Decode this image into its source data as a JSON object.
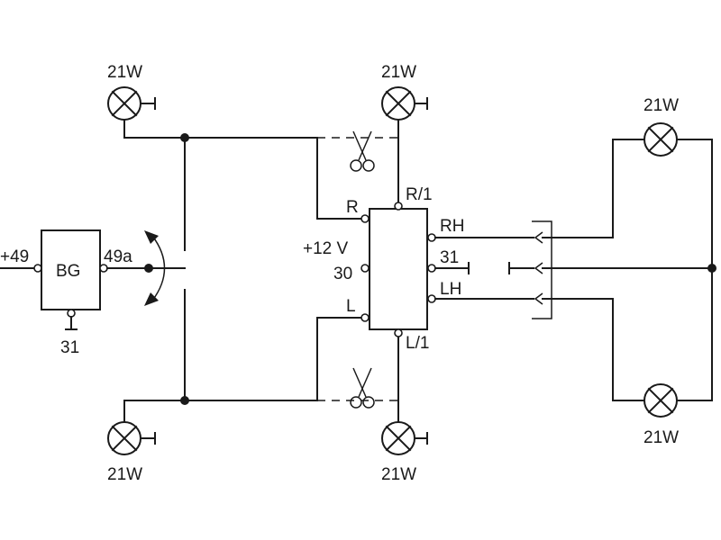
{
  "labels": {
    "lamp_top_left": "21W",
    "lamp_top_center": "21W",
    "lamp_top_right": "21W",
    "lamp_bottom_left": "21W",
    "lamp_bottom_center": "21W",
    "lamp_bottom_right": "21W",
    "plus49": "+49",
    "bg": "BG",
    "term_49a": "49a",
    "ground_31_bg": "31",
    "relay_R": "R",
    "relay_R1": "R/1",
    "relay_12v": "+12 V",
    "relay_30": "30",
    "relay_L": "L",
    "relay_L1": "L/1",
    "relay_RH": "RH",
    "relay_31": "31",
    "relay_LH": "LH"
  }
}
